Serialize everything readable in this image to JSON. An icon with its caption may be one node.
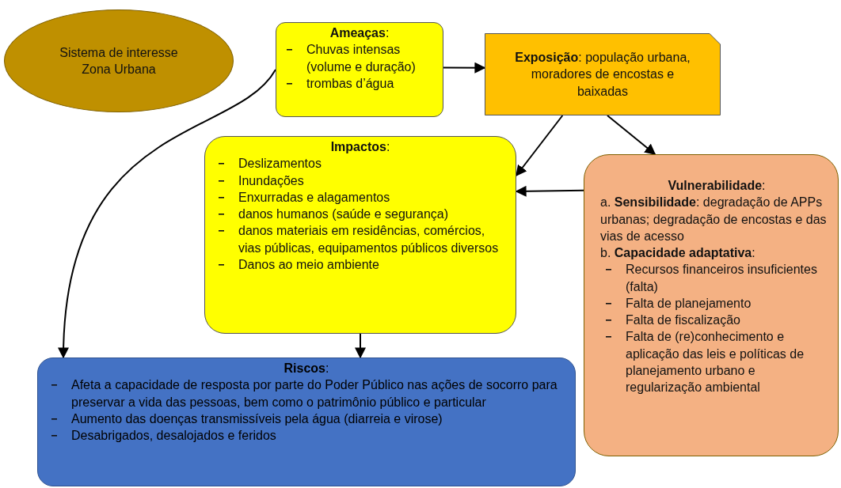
{
  "diagram": {
    "nodes": [
      {
        "text": [
          "Sistema de interesse Zona Urbana"
        ]
      },
      {
        "text": [
          "**Ameaças**:",
          "Chuvas intensas (volume e duração)",
          "trombas d’água"
        ]
      },
      {
        "text": [
          "**Exposição**: população urbana, moradores de encostas e baixadas"
        ]
      },
      {
        "text": [
          "**Impactos**:",
          "Deslizamentos",
          "Inundações",
          "Enxurradas e alagamentos",
          "danos humanos (saúde e segurança)",
          "danos materiais em residências, comércios, vias públicas, equipamentos públicos diversos",
          "Danos ao meio ambiente"
        ]
      },
      {
        "text": [
          "**Vulnerabilidade**:",
          "a. **Sensibilidade**: degradação de APPs urbanas; degradação de encostas e das vias de acesso",
          "b. **Capacidade adaptativa**:",
          "Recursos financeiros insuficientes (falta)",
          "Falta de planejamento",
          "Falta de fiscalização",
          "Falta de (re)conhecimento e aplicação das leis e políticas de planejamento urbano e regularização ambiental"
        ]
      },
      {
        "text": [
          "**Riscos**:",
          "Afeta a capacidade de resposta por parte do Poder Público nas ações de socorro para preservar a vida das pessoas, bem como o patrimônio público e particular",
          "Aumento das doenças transmissíveis pela água (diarreia e virose)",
          "Desabrigados, desalojados e feridos"
        ]
      }
    ],
    "edges": [
      {
        "from": 1,
        "to": 5,
        "arrow": "to"
      },
      {
        "from": 1,
        "to": 2,
        "arrow": "to"
      },
      {
        "from": 2,
        "to": 3,
        "arrow": "to"
      },
      {
        "from": 2,
        "to": 4,
        "arrow": "to"
      },
      {
        "from": 4,
        "to": 3,
        "arrow": "to"
      },
      {
        "from": 3,
        "to": 5,
        "arrow": "to"
      }
    ]
  }
}
